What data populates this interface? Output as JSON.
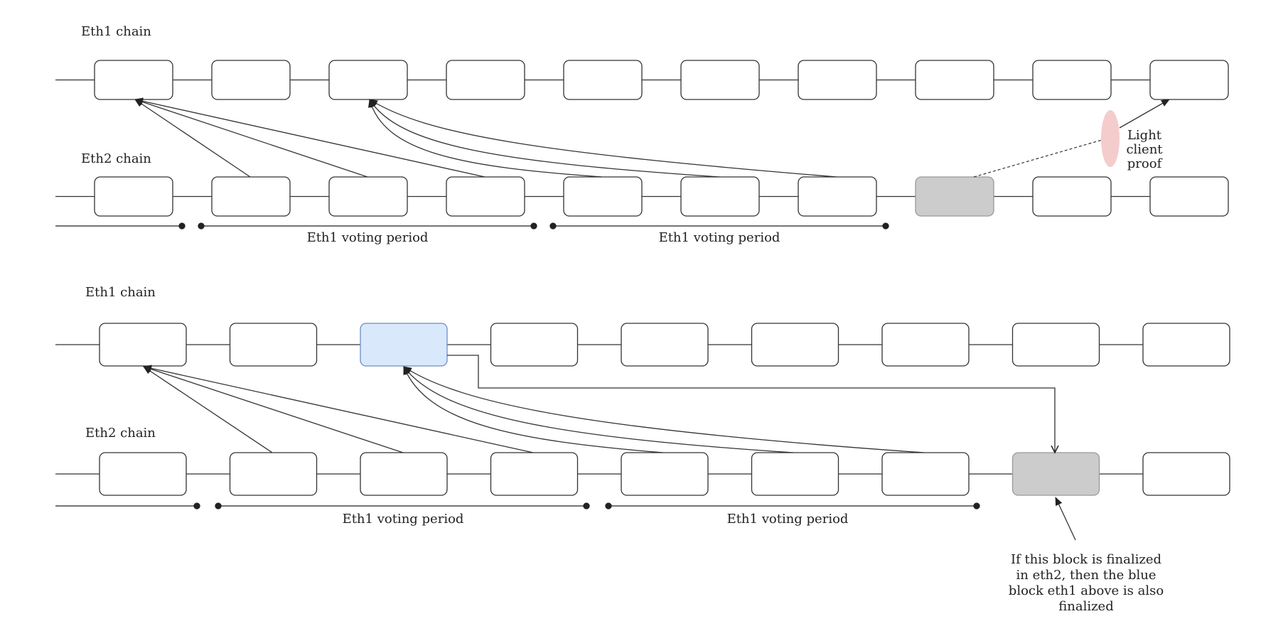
{
  "labels": {
    "eth1_chain": "Eth1 chain",
    "eth2_chain": "Eth2 chain",
    "voting_period": "Eth1 voting period",
    "light_client_proof": [
      "Light",
      "client",
      "proof"
    ],
    "finality_note": [
      "If this block is finalized",
      "in eth2, then the blue",
      "block eth1 above is also",
      "finalized"
    ]
  },
  "colors": {
    "stroke": "#333333",
    "block_fill": "#ffffff",
    "highlight_gray": "#cccccc",
    "highlight_blue": "#dae8fc",
    "highlight_blue_stroke": "#6c8ebf",
    "proof_ellipse": "#f4cccc"
  },
  "top_diagram": {
    "eth1_block_count": 10,
    "eth2_block_count": 10,
    "eth2_highlighted_block": 8,
    "voting_periods": 2,
    "votes_to_eth1_block_1": [
      2,
      3,
      4
    ],
    "votes_to_eth1_block_3": [
      5,
      6,
      7
    ]
  },
  "bottom_diagram": {
    "eth1_block_count": 9,
    "eth2_block_count": 9,
    "eth1_highlighted_block": 3,
    "eth2_highlighted_block": 8,
    "voting_periods": 2,
    "votes_to_eth1_block_1": [
      2,
      3,
      4
    ],
    "votes_to_eth1_block_3": [
      5,
      6,
      7
    ]
  }
}
